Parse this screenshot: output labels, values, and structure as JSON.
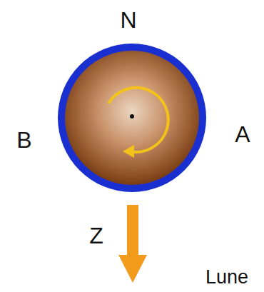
{
  "diagram": {
    "labels": [
      "N",
      "B",
      "A",
      "Z",
      "Lune"
    ]
  }
}
